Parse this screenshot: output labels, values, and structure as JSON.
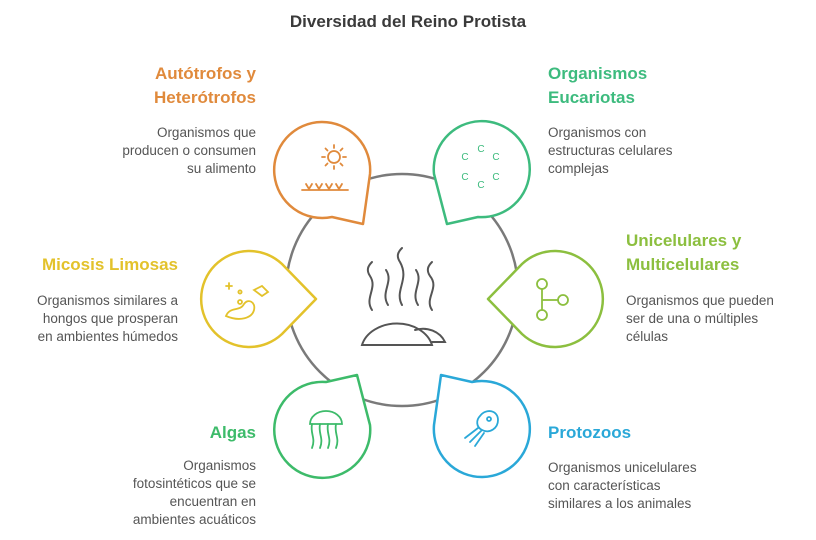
{
  "title": "Diversidad del Reino Protista",
  "items": [
    {
      "key": "autotrofos",
      "heading_lines": [
        "Autótrofos y",
        "Heterótrofos"
      ],
      "description_lines": [
        "Organismos que",
        "producen o consumen",
        "su alimento"
      ],
      "color": "#e08a3c",
      "icon": "sun-over-grass-icon"
    },
    {
      "key": "eucariotas",
      "heading_lines": [
        "Organismos",
        "Eucariotas"
      ],
      "description_lines": [
        "Organismos con",
        "estructuras celulares",
        "complejas"
      ],
      "color": "#3dbb7e",
      "icon": "carbon-ring-icon"
    },
    {
      "key": "micosis",
      "heading_lines": [
        "Micosis Limosas"
      ],
      "description_lines": [
        "Organismos similares a",
        "hongos que prosperan",
        "en ambientes húmedos"
      ],
      "color": "#e3c22b",
      "icon": "slime-mold-icon"
    },
    {
      "key": "unicelulares",
      "heading_lines": [
        "Unicelulares y",
        "Multicelulares"
      ],
      "description_lines": [
        "Organismos que pueden",
        "ser de una o múltiples",
        "células"
      ],
      "color": "#8cbf3f",
      "icon": "branching-nodes-icon"
    },
    {
      "key": "algas",
      "heading_lines": [
        "Algas"
      ],
      "description_lines": [
        "Organismos",
        "fotosintéticos que se",
        "encuentran en",
        "ambientes acuáticos"
      ],
      "color": "#3dbb6a",
      "icon": "jellyfish-icon"
    },
    {
      "key": "protozoos",
      "heading_lines": [
        "Protozoos"
      ],
      "description_lines": [
        "Organismos unicelulares",
        "con características",
        "similares a los animales"
      ],
      "color": "#2aa8d8",
      "icon": "protozoan-icon"
    }
  ],
  "center_icon": "steaming-mounds-icon",
  "ring_color": "#7a7a7a"
}
